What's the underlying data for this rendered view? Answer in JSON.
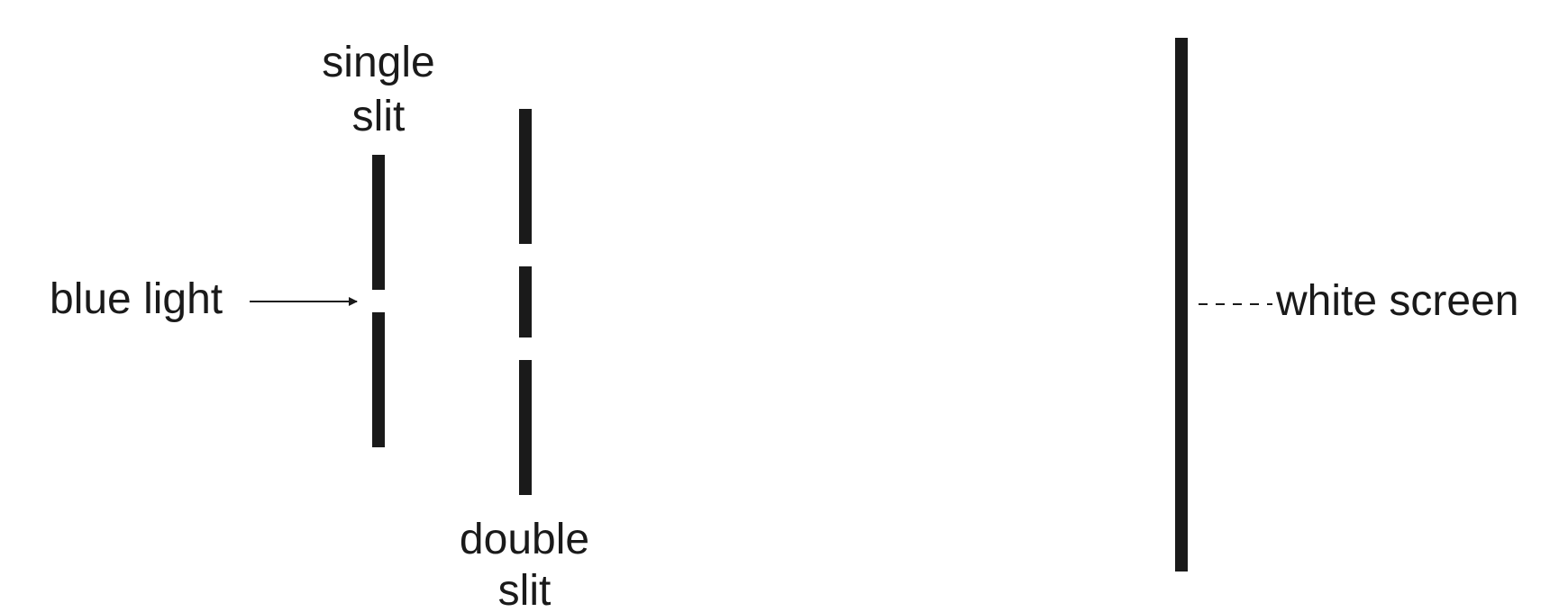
{
  "labels": {
    "single_slit_line1": "single",
    "single_slit_line2": "slit",
    "double_slit_line1": "double",
    "double_slit_line2": "slit",
    "light_source": "blue light",
    "screen": "white screen"
  },
  "colors": {
    "ink": "#1a1a1a",
    "background": "#ffffff"
  }
}
